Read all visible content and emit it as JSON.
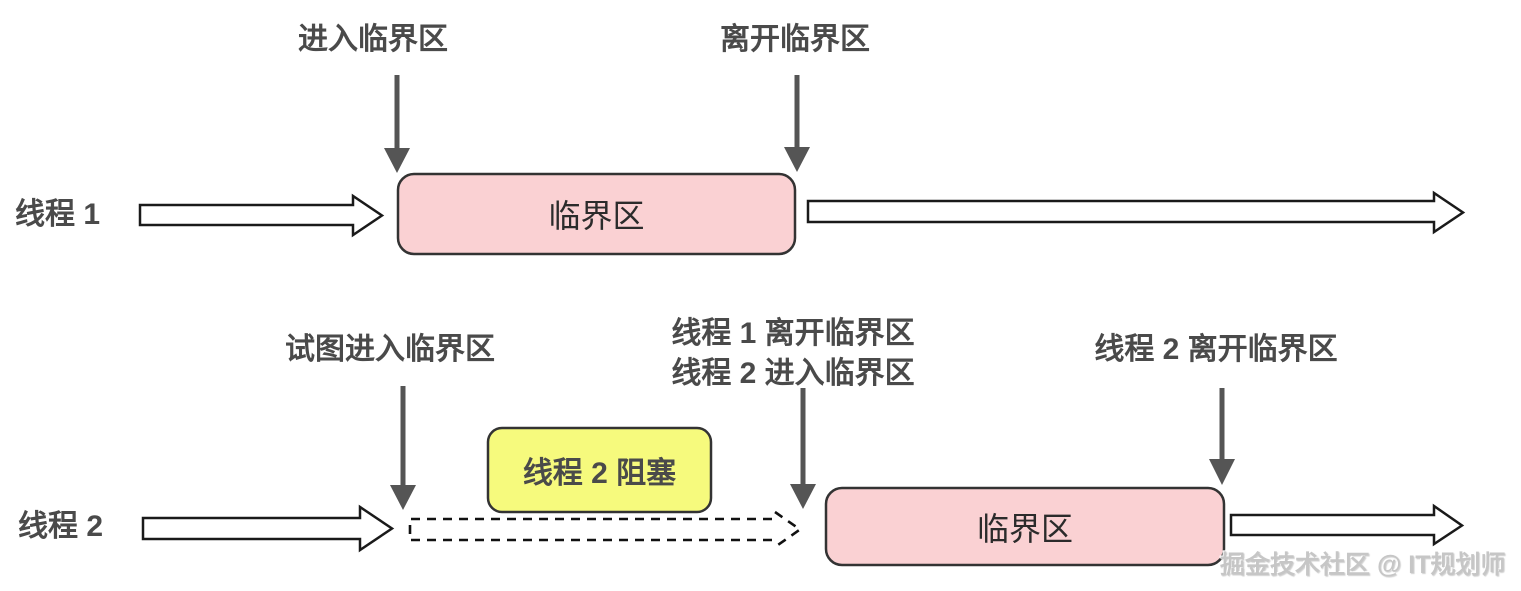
{
  "diagram": {
    "title_semantic": "critical-section-mutual-exclusion-diagram",
    "colors": {
      "background": "#ffffff",
      "critical_box_fill": "#fad1d3",
      "blocked_box_fill": "#f6fa7d",
      "box_border": "#333333",
      "down_arrow": "#555555",
      "flow_arrow_fill": "#ffffff",
      "flow_arrow_border": "#1a1a1a",
      "label_text": "#4a4a4a",
      "box_text": "#2b2b2b",
      "watermark_text": "#c6c6c6"
    },
    "thread1": {
      "label": "线程 1",
      "enter_label": "进入临界区",
      "leave_label": "离开临界区",
      "critical_box_label": "临界区"
    },
    "thread2": {
      "label": "线程 2",
      "attempt_label": "试图进入临界区",
      "switch_label_line1": "线程 1 离开临界区",
      "switch_label_line2": "线程 2 进入临界区",
      "leave_label": "线程 2 离开临界区",
      "blocked_box_label": "线程 2 阻塞",
      "critical_box_label": "临界区"
    },
    "watermark": "掘金技术社区 @ IT规划师"
  }
}
